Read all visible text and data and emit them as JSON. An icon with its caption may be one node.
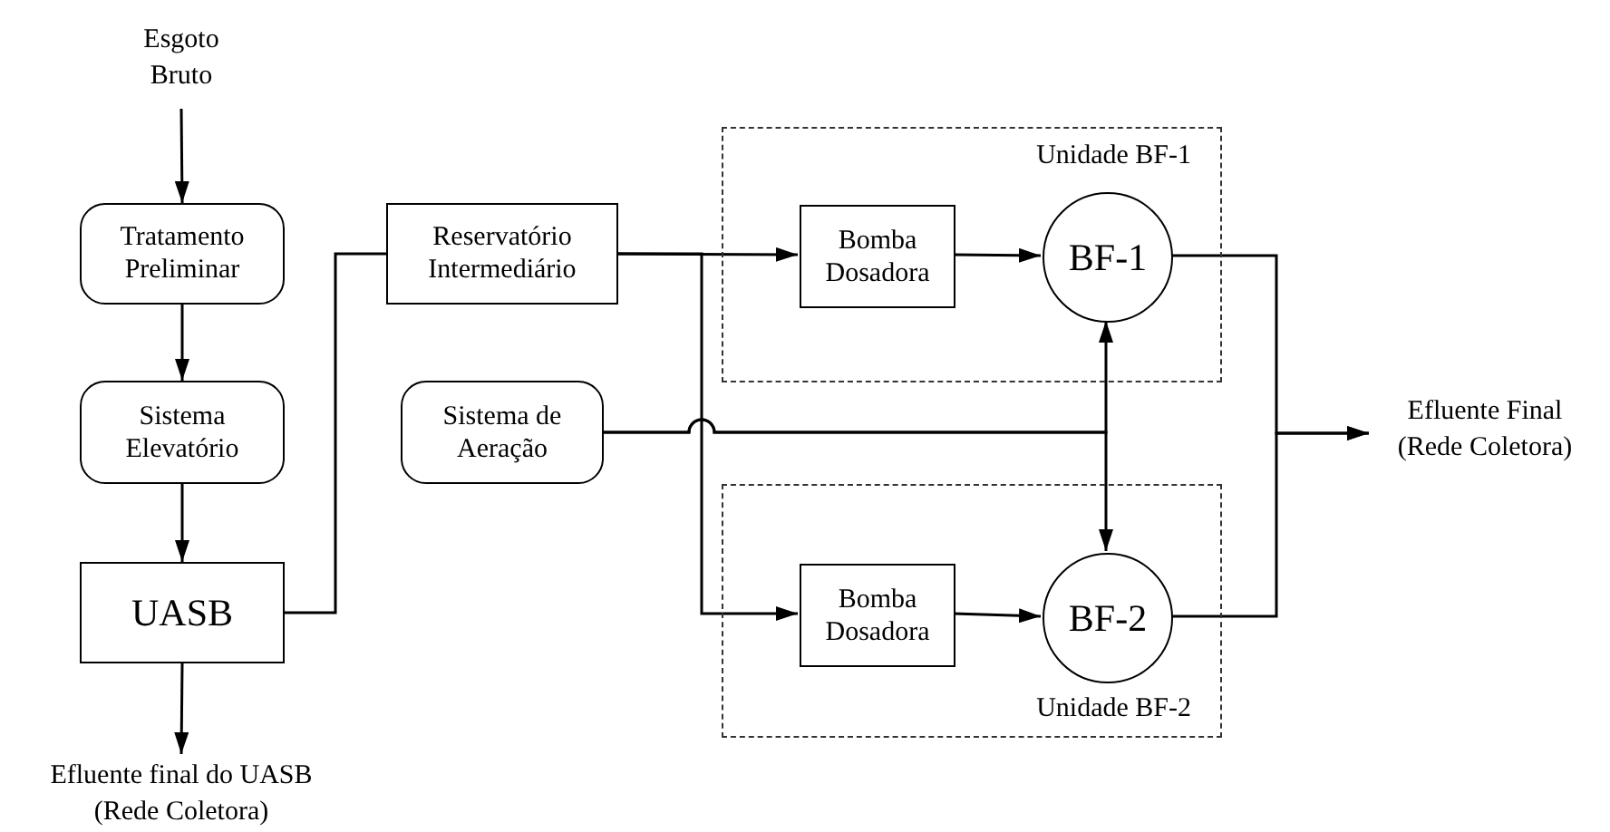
{
  "diagram": {
    "nodes": [
      {
        "text": [
          "Esgoto Bruto"
        ]
      },
      {
        "text": [
          "Tratamento Preliminar"
        ]
      },
      {
        "text": [
          "Sistema Elevatório"
        ]
      },
      {
        "text": [
          "UASB"
        ]
      },
      {
        "text": [
          "Efluente final do UASB (Rede Coletora)"
        ]
      },
      {
        "text": [
          "Reservatório Intermediário"
        ]
      },
      {
        "text": [
          "Sistema de Aeração"
        ]
      },
      {
        "text": [
          "Unidade BF-1"
        ]
      },
      {
        "text": [
          "Bomba Dosadora"
        ],
        "in": 7
      },
      {
        "text": [
          "BF-1"
        ],
        "in": 7
      },
      {
        "text": [
          "Unidade BF-2"
        ]
      },
      {
        "text": [
          "Bomba Dosadora"
        ],
        "in": 10
      },
      {
        "text": [
          "BF-2"
        ],
        "in": 10
      },
      {
        "text": [
          "Efluente Final (Rede Coletora)"
        ]
      }
    ],
    "edges": [
      {
        "from": 0,
        "to": 1,
        "arrow": "to"
      },
      {
        "from": 1,
        "to": 2,
        "arrow": "to"
      },
      {
        "from": 2,
        "to": 3,
        "arrow": "to"
      },
      {
        "from": 3,
        "to": 4,
        "arrow": "to"
      },
      {
        "from": 3,
        "to": 5,
        "arrow": "none"
      },
      {
        "from": 5,
        "to": 8,
        "arrow": "to"
      },
      {
        "from": 5,
        "to": 11,
        "arrow": "to"
      },
      {
        "from": 8,
        "to": 9,
        "arrow": "to"
      },
      {
        "from": 11,
        "to": 12,
        "arrow": "to"
      },
      {
        "from": 6,
        "to": 9,
        "arrow": "to"
      },
      {
        "from": 6,
        "to": 12,
        "arrow": "to"
      },
      {
        "from": 9,
        "to": 13,
        "arrow": "to"
      },
      {
        "from": 12,
        "to": 13,
        "arrow": "to"
      }
    ]
  }
}
